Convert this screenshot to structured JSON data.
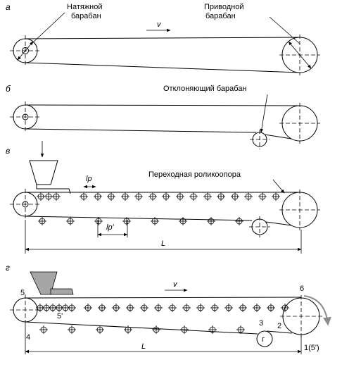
{
  "panels": {
    "a": {
      "letter": "а",
      "tension_drum_label_line1": "Натяжной",
      "tension_drum_label_line2": "барабан",
      "drive_drum_label_line1": "Приводной",
      "drive_drum_label_line2": "барабан",
      "speed_label": "v"
    },
    "b": {
      "letter": "б",
      "deflecting_drum_label": "Отклоняющий барабан"
    },
    "v": {
      "letter": "в",
      "pitch_label": "lp",
      "return_pitch_label": "lp'",
      "transition_idler_label": "Переходная роликоопора",
      "length_label": "L"
    },
    "g": {
      "letter": "г",
      "speed_label": "v",
      "length_label": "L",
      "point_labels": [
        "5",
        "5'",
        "4",
        "6",
        "3",
        "2",
        "1(5')"
      ]
    }
  },
  "colors": {
    "line": "#000000",
    "hopper_fill": "#a6a6a6",
    "arrow_gray": "#8c8c8c"
  }
}
